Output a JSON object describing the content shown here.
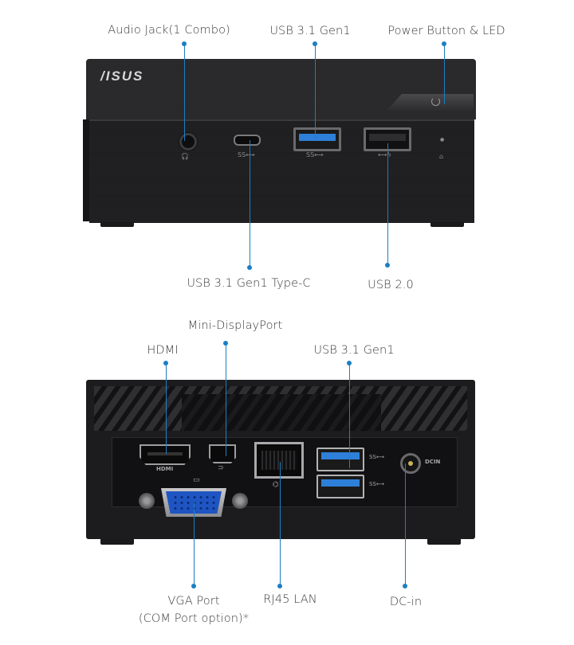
{
  "front": {
    "brand_logo": "/ISUS",
    "labels": {
      "audio_jack": "Audio Jack(1 Combo)",
      "usb31_gen1_top": "USB 3.1 Gen1",
      "power_button_led": "Power Button & LED",
      "usb31_typec": "USB 3.1 Gen1 Type-C",
      "usb20": "USB 2.0"
    },
    "port_glyphs": {
      "usb_c_ss": "SS⟷",
      "usb_a_ss": "SS⟷",
      "usb_20_charge": "⟷ϟ"
    }
  },
  "rear": {
    "labels": {
      "mini_displayport": "Mini-DisplayPort",
      "hdmi": "HDMI",
      "usb31_gen1_rear": "USB 3.1 Gen1",
      "vga_line1": "VGA Port",
      "vga_line2": "(COM Port option)*",
      "rj45_lan": "RJ45 LAN",
      "dc_in": "DC-in"
    },
    "plate_text": {
      "hdmi": "HDMI",
      "dcin": "DCIN"
    }
  },
  "colors": {
    "callout": "#1b7fc4",
    "usb3_blue": "#2e7fd8",
    "vga_blue": "#1f55c2",
    "chassis": "#1c1c1e"
  },
  "icons": [
    "audio-headset-icon",
    "usb-ss-icon",
    "usb-charge-icon",
    "power-icon",
    "lan-icon",
    "display-icon"
  ]
}
